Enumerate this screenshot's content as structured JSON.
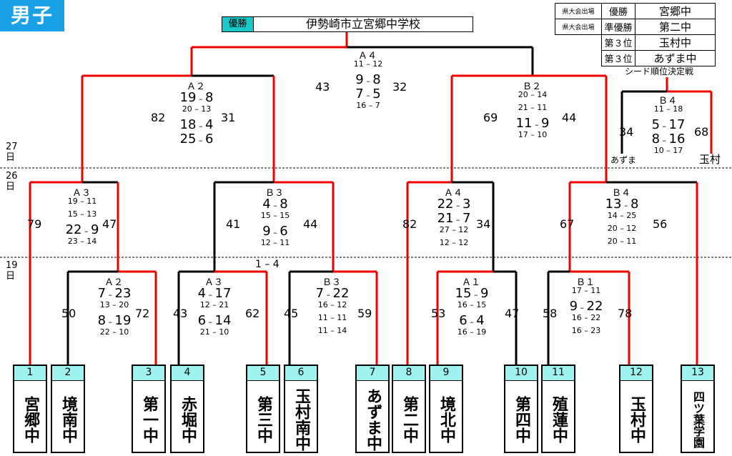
{
  "header": {
    "title": "男子"
  },
  "champion": {
    "tag": "優勝",
    "name": "伊勢崎市立宮郷中学校"
  },
  "results": [
    {
      "qual": "県大会出場",
      "place": "優勝",
      "school": "宮郷中"
    },
    {
      "qual": "県大会出場",
      "place": "準優勝",
      "school": "第二中"
    },
    {
      "qual": "",
      "place": "第３位",
      "school": "玉村中"
    },
    {
      "qual": "",
      "place": "第３位",
      "school": "あずま中"
    }
  ],
  "seed_note": "シード順位決定戦",
  "days": {
    "d27": "27\n日",
    "d26": "26\n日",
    "d19": "19\n日"
  },
  "teams": [
    {
      "num": "1",
      "name": "宮郷中"
    },
    {
      "num": "2",
      "name": "境南中"
    },
    {
      "num": "3",
      "name": "第一中"
    },
    {
      "num": "4",
      "name": "赤堀中"
    },
    {
      "num": "5",
      "name": "第三中"
    },
    {
      "num": "6",
      "name": "玉村南中"
    },
    {
      "num": "7",
      "name": "あずま中"
    },
    {
      "num": "8",
      "name": "第二中"
    },
    {
      "num": "9",
      "name": "境北中"
    },
    {
      "num": "10",
      "name": "第四中"
    },
    {
      "num": "11",
      "name": "殖蓮中"
    },
    {
      "num": "12",
      "name": "玉村中"
    },
    {
      "num": "13",
      "name": "四ツ葉学園"
    }
  ],
  "matches": {
    "r1_A2": {
      "court": "Ａ２",
      "left": "50",
      "right": "72",
      "sets": [
        [
          "7",
          "23"
        ],
        [
          "13",
          "20"
        ],
        [
          "8",
          "19"
        ],
        [
          "22",
          "10"
        ]
      ]
    },
    "r1_A3": {
      "court": "Ａ３",
      "left": "43",
      "right": "62",
      "sets": [
        [
          "4",
          "17"
        ],
        [
          "12",
          "21"
        ],
        [
          "6",
          "14"
        ],
        [
          "21",
          "10"
        ]
      ]
    },
    "r1_B3": {
      "court": "Ｂ３",
      "left": "45",
      "right": "59",
      "sets": [
        [
          "7",
          "22"
        ],
        [
          "16",
          "12"
        ],
        [
          "11",
          "11"
        ],
        [
          "11",
          "14"
        ]
      ]
    },
    "r1_A1": {
      "court": "Ａ１",
      "left": "53",
      "right": "47",
      "sets": [
        [
          "15",
          "9"
        ],
        [
          "16",
          "15"
        ],
        [
          "6",
          "4"
        ],
        [
          "16",
          "19"
        ]
      ]
    },
    "r1_B1": {
      "court": "Ｂ１",
      "left": "58",
      "right": "78",
      "sets": [
        [
          "17",
          "11"
        ],
        [
          "9",
          "22"
        ],
        [
          "16",
          "22"
        ],
        [
          "16",
          "23"
        ]
      ]
    },
    "r2_A3": {
      "court": "Ａ３",
      "left": "79",
      "right": "47",
      "sets": [
        [
          "19",
          "11"
        ],
        [
          "15",
          "13"
        ],
        [
          "22",
          "9"
        ],
        [
          "23",
          "14"
        ]
      ]
    },
    "r2_B3": {
      "court": "Ｂ３",
      "left": "41",
      "right": "44",
      "sets": [
        [
          "4",
          "8"
        ],
        [
          "15",
          "15"
        ],
        [
          "9",
          "6"
        ],
        [
          "12",
          "11"
        ]
      ],
      "extra": [
        "1",
        "4"
      ]
    },
    "r2_A4": {
      "court": "Ａ４",
      "left": "82",
      "right": "34",
      "sets": [
        [
          "22",
          "3"
        ],
        [
          "21",
          "7"
        ],
        [
          "27",
          "12"
        ],
        [
          "12",
          "12"
        ]
      ]
    },
    "r2_B4": {
      "court": "Ｂ４",
      "left": "67",
      "right": "56",
      "sets": [
        [
          "13",
          "8"
        ],
        [
          "14",
          "25"
        ],
        [
          "20",
          "12"
        ],
        [
          "20",
          "11"
        ]
      ]
    },
    "sf_A2": {
      "court": "Ａ２",
      "left": "82",
      "right": "31",
      "sets": [
        [
          "19",
          "8"
        ],
        [
          "20",
          "13"
        ],
        [
          "18",
          "4"
        ],
        [
          "25",
          "6"
        ]
      ]
    },
    "sf_B2": {
      "court": "Ｂ２",
      "left": "69",
      "right": "44",
      "sets": [
        [
          "20",
          "14"
        ],
        [
          "21",
          "11"
        ],
        [
          "11",
          "9"
        ],
        [
          "17",
          "10"
        ]
      ]
    },
    "f_A4": {
      "court": "Ａ４",
      "left": "43",
      "right": "32",
      "sets": [
        [
          "11",
          "12"
        ],
        [
          "9",
          "8"
        ],
        [
          "7",
          "5"
        ],
        [
          "16",
          "7"
        ]
      ]
    },
    "seed_B4": {
      "court": "Ｂ４",
      "left": "34",
      "right": "68",
      "left_name": "あずま",
      "right_name": "玉村",
      "sets": [
        [
          "11",
          "18"
        ],
        [
          "5",
          "17"
        ],
        [
          "8",
          "16"
        ],
        [
          "10",
          "17"
        ]
      ]
    }
  }
}
